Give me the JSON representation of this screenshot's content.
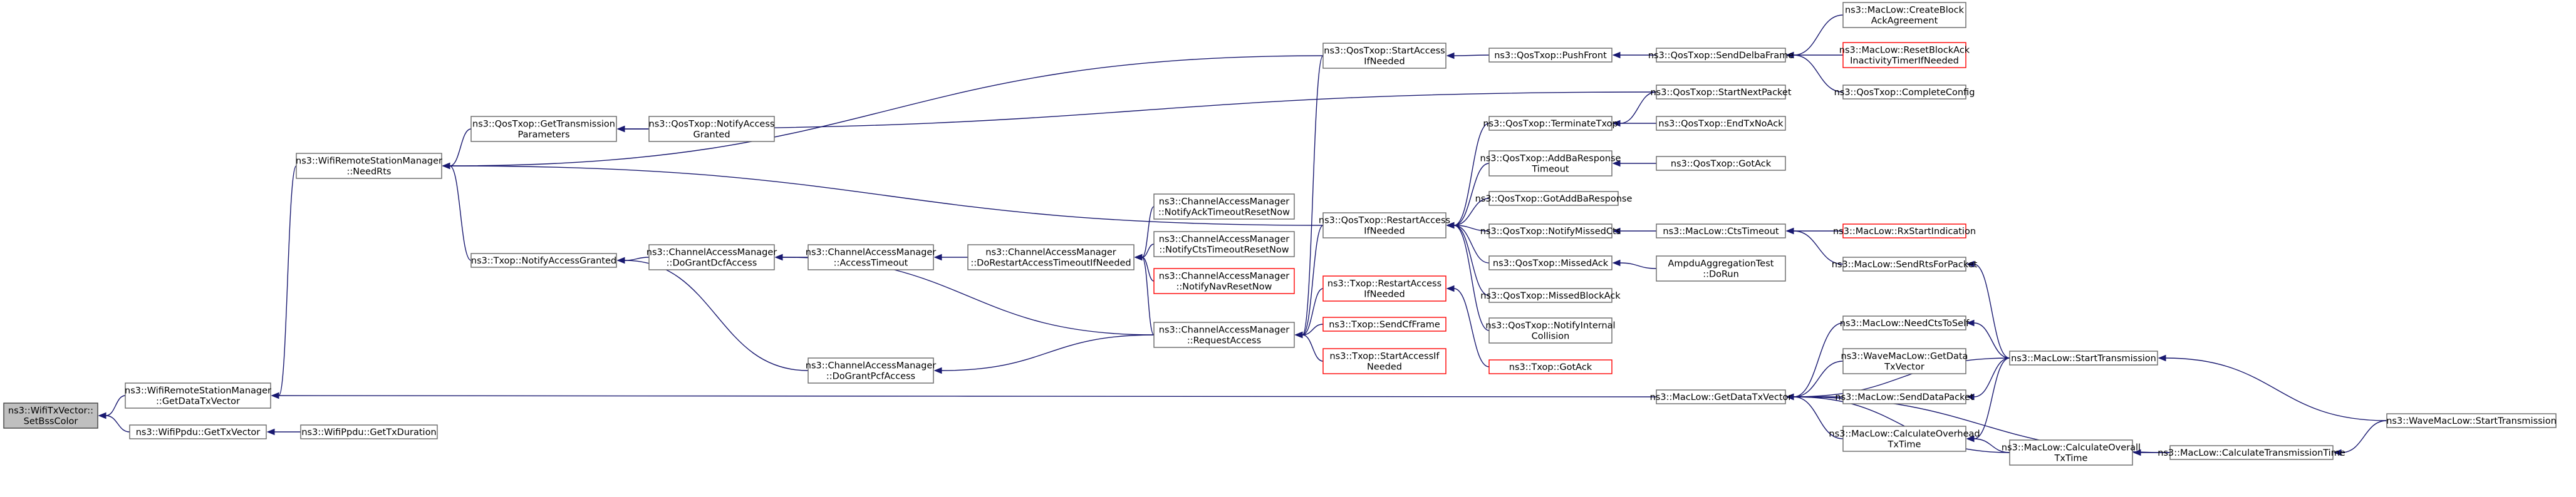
{
  "graph": {
    "nodes": [
      {
        "id": "root",
        "lines": [
          "ns3::WifiTxVector::",
          "SetBssColor"
        ],
        "color": "root"
      },
      {
        "id": "wrsm_gdtv",
        "lines": [
          "ns3::WifiRemoteStationManager",
          "::GetDataTxVector"
        ]
      },
      {
        "id": "ppdu_gtv",
        "lines": [
          "ns3::WifiPpdu::GetTxVector"
        ]
      },
      {
        "id": "ppdu_gtd",
        "lines": [
          "ns3::WifiPpdu::GetTxDuration"
        ]
      },
      {
        "id": "wrsm_nr",
        "lines": [
          "ns3::WifiRemoteStationManager",
          "::NeedRts"
        ]
      },
      {
        "id": "qt_gtp",
        "lines": [
          "ns3::QosTxop::GetTransmission",
          "Parameters"
        ]
      },
      {
        "id": "qt_nag",
        "lines": [
          "ns3::QosTxop::NotifyAccess",
          "Granted"
        ]
      },
      {
        "id": "tx_nag",
        "lines": [
          "ns3::Txop::NotifyAccessGranted"
        ]
      },
      {
        "id": "cam_dgdcf",
        "lines": [
          "ns3::ChannelAccessManager",
          "::DoGrantDcfAccess"
        ]
      },
      {
        "id": "cam_dgpcf",
        "lines": [
          "ns3::ChannelAccessManager",
          "::DoGrantPcfAccess"
        ]
      },
      {
        "id": "cam_at",
        "lines": [
          "ns3::ChannelAccessManager",
          "::AccessTimeout"
        ]
      },
      {
        "id": "cam_dratin",
        "lines": [
          "ns3::ChannelAccessManager",
          "::DoRestartAccessTimeoutIfNeeded"
        ]
      },
      {
        "id": "cam_nat",
        "lines": [
          "ns3::ChannelAccessManager",
          "::NotifyAckTimeoutResetNow"
        ]
      },
      {
        "id": "cam_nct",
        "lines": [
          "ns3::ChannelAccessManager",
          "::NotifyCtsTimeoutResetNow"
        ]
      },
      {
        "id": "cam_nnr",
        "lines": [
          "ns3::ChannelAccessManager",
          "::NotifyNavResetNow"
        ],
        "color": "red"
      },
      {
        "id": "cam_ra",
        "lines": [
          "ns3::ChannelAccessManager",
          "::RequestAccess"
        ]
      },
      {
        "id": "qt_sain",
        "lines": [
          "ns3::QosTxop::StartAccess",
          "IfNeeded"
        ]
      },
      {
        "id": "qt_pf",
        "lines": [
          "ns3::QosTxop::PushFront"
        ]
      },
      {
        "id": "qt_sdf",
        "lines": [
          "ns3::QosTxop::SendDelbaFrame"
        ]
      },
      {
        "id": "ml_cba",
        "lines": [
          "ns3::MacLow::CreateBlock",
          "AckAgreement"
        ]
      },
      {
        "id": "ml_rba",
        "lines": [
          "ns3::MacLow::ResetBlockAck",
          "InactivityTimerIfNeeded"
        ],
        "color": "red"
      },
      {
        "id": "qt_cc",
        "lines": [
          "ns3::QosTxop::CompleteConfig"
        ]
      },
      {
        "id": "qt_snp",
        "lines": [
          "ns3::QosTxop::StartNextPacket"
        ]
      },
      {
        "id": "qt_rain",
        "lines": [
          "ns3::QosTxop::RestartAccess",
          "IfNeeded"
        ]
      },
      {
        "id": "qt_tt",
        "lines": [
          "ns3::QosTxop::TerminateTxop"
        ]
      },
      {
        "id": "qt_etna",
        "lines": [
          "ns3::QosTxop::EndTxNoAck"
        ]
      },
      {
        "id": "qt_abrt",
        "lines": [
          "ns3::QosTxop::AddBaResponse",
          "Timeout"
        ]
      },
      {
        "id": "qt_ga",
        "lines": [
          "ns3::QosTxop::GotAck"
        ]
      },
      {
        "id": "qt_gabr",
        "lines": [
          "ns3::QosTxop::GotAddBaResponse"
        ]
      },
      {
        "id": "qt_nmc",
        "lines": [
          "ns3::QosTxop::NotifyMissedCts"
        ]
      },
      {
        "id": "ml_ct",
        "lines": [
          "ns3::MacLow::CtsTimeout"
        ]
      },
      {
        "id": "ml_rsi",
        "lines": [
          "ns3::MacLow::RxStartIndication"
        ],
        "color": "red"
      },
      {
        "id": "ml_srfp",
        "lines": [
          "ns3::MacLow::SendRtsForPacket"
        ]
      },
      {
        "id": "qt_ma",
        "lines": [
          "ns3::QosTxop::MissedAck"
        ]
      },
      {
        "id": "aat_dr",
        "lines": [
          "AmpduAggregationTest",
          "::DoRun"
        ]
      },
      {
        "id": "qt_mba",
        "lines": [
          "ns3::QosTxop::MissedBlockAck"
        ]
      },
      {
        "id": "qt_nic",
        "lines": [
          "ns3::QosTxop::NotifyInternal",
          "Collision"
        ]
      },
      {
        "id": "tx_rain",
        "lines": [
          "ns3::Txop::RestartAccess",
          "IfNeeded"
        ],
        "color": "red"
      },
      {
        "id": "tx_ga",
        "lines": [
          "ns3::Txop::GotAck"
        ],
        "color": "red"
      },
      {
        "id": "tx_scf",
        "lines": [
          "ns3::Txop::SendCfFrame"
        ],
        "color": "red"
      },
      {
        "id": "tx_sain",
        "lines": [
          "ns3::Txop::StartAccessIf",
          "Needed"
        ],
        "color": "red"
      },
      {
        "id": "ml_gdtv",
        "lines": [
          "ns3::MacLow::GetDataTxVector"
        ]
      },
      {
        "id": "ml_ncts",
        "lines": [
          "ns3::MacLow::NeedCtsToSelf"
        ]
      },
      {
        "id": "wml_gdtv",
        "lines": [
          "ns3::WaveMacLow::GetData",
          "TxVector"
        ]
      },
      {
        "id": "ml_sdp",
        "lines": [
          "ns3::MacLow::SendDataPacket"
        ]
      },
      {
        "id": "ml_cot",
        "lines": [
          "ns3::MacLow::CalculateOverhead",
          "TxTime"
        ]
      },
      {
        "id": "ml_caot",
        "lines": [
          "ns3::MacLow::CalculateOverall",
          "TxTime"
        ]
      },
      {
        "id": "ml_st",
        "lines": [
          "ns3::MacLow::StartTransmission"
        ]
      },
      {
        "id": "ml_ctt",
        "lines": [
          "ns3::MacLow::CalculateTransmissionTime"
        ]
      },
      {
        "id": "wml_st",
        "lines": [
          "ns3::WaveMacLow::StartTransmission"
        ]
      }
    ],
    "edges": [
      [
        "wrsm_gdtv",
        "root"
      ],
      [
        "ppdu_gtv",
        "root"
      ],
      [
        "ppdu_gtd",
        "ppdu_gtv"
      ],
      [
        "wrsm_nr",
        "wrsm_gdtv"
      ],
      [
        "ml_gdtv",
        "wrsm_gdtv"
      ],
      [
        "qt_gtp",
        "wrsm_nr"
      ],
      [
        "tx_nag",
        "wrsm_nr"
      ],
      [
        "qt_sain",
        "wrsm_nr"
      ],
      [
        "qt_rain",
        "wrsm_nr"
      ],
      [
        "qt_nag",
        "qt_gtp"
      ],
      [
        "qt_snp",
        "qt_gtp"
      ],
      [
        "cam_dgdcf",
        "tx_nag"
      ],
      [
        "cam_dgpcf",
        "tx_nag"
      ],
      [
        "cam_at",
        "cam_dgdcf"
      ],
      [
        "cam_ra",
        "cam_dgdcf"
      ],
      [
        "cam_ra",
        "cam_dgpcf"
      ],
      [
        "cam_dratin",
        "cam_at"
      ],
      [
        "cam_nat",
        "cam_dratin"
      ],
      [
        "cam_nct",
        "cam_dratin"
      ],
      [
        "cam_nnr",
        "cam_dratin"
      ],
      [
        "cam_ra",
        "cam_dratin"
      ],
      [
        "qt_sain",
        "cam_ra"
      ],
      [
        "qt_rain",
        "cam_ra"
      ],
      [
        "tx_rain",
        "cam_ra"
      ],
      [
        "tx_scf",
        "cam_ra"
      ],
      [
        "tx_sain",
        "cam_ra"
      ],
      [
        "qt_pf",
        "qt_sain"
      ],
      [
        "qt_sdf",
        "qt_pf"
      ],
      [
        "ml_cba",
        "qt_sdf"
      ],
      [
        "ml_rba",
        "qt_sdf"
      ],
      [
        "qt_cc",
        "qt_sdf"
      ],
      [
        "qt_tt",
        "qt_rain"
      ],
      [
        "qt_abrt",
        "qt_rain"
      ],
      [
        "qt_gabr",
        "qt_rain"
      ],
      [
        "qt_nmc",
        "qt_rain"
      ],
      [
        "qt_ma",
        "qt_rain"
      ],
      [
        "qt_mba",
        "qt_rain"
      ],
      [
        "qt_nic",
        "qt_rain"
      ],
      [
        "qt_snp",
        "qt_tt"
      ],
      [
        "qt_etna",
        "qt_tt"
      ],
      [
        "qt_ga",
        "qt_abrt"
      ],
      [
        "ml_ct",
        "qt_nmc"
      ],
      [
        "ml_rsi",
        "ml_ct"
      ],
      [
        "ml_srfp",
        "ml_ct"
      ],
      [
        "aat_dr",
        "qt_ma"
      ],
      [
        "tx_ga",
        "tx_rain"
      ],
      [
        "ml_ncts",
        "ml_gdtv"
      ],
      [
        "wml_gdtv",
        "ml_gdtv"
      ],
      [
        "ml_sdp",
        "ml_gdtv"
      ],
      [
        "ml_cot",
        "ml_gdtv"
      ],
      [
        "ml_caot",
        "ml_gdtv"
      ],
      [
        "ml_st",
        "ml_gdtv"
      ],
      [
        "ml_ctt",
        "ml_gdtv"
      ],
      [
        "ml_st",
        "ml_srfp"
      ],
      [
        "ml_st",
        "ml_ncts"
      ],
      [
        "ml_st",
        "ml_sdp"
      ],
      [
        "ml_st",
        "ml_cot"
      ],
      [
        "ml_caot",
        "ml_cot"
      ],
      [
        "ml_ctt",
        "ml_caot"
      ],
      [
        "wml_st",
        "ml_st"
      ],
      [
        "wml_st",
        "ml_ctt"
      ]
    ],
    "colors": {
      "edge": "#191970",
      "node_border": "#666666",
      "red_border": "#ff0000",
      "root_fill": "#bfbfbf"
    }
  }
}
